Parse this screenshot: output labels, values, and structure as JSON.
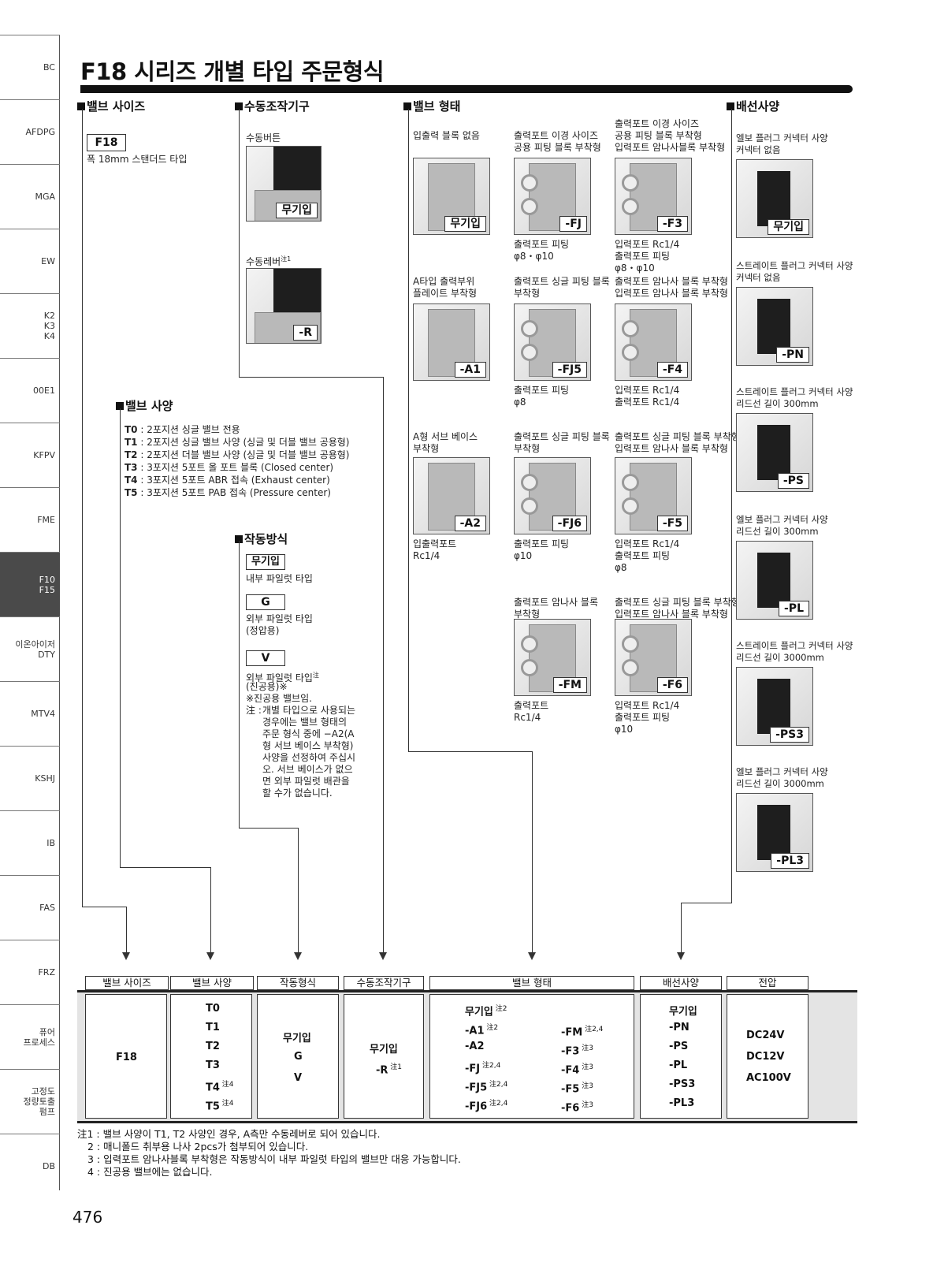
{
  "sidebar": [
    "BC",
    "AFDPG",
    "MGA",
    "EW",
    "K2\nK3\nK4",
    "00E1",
    "KFPV",
    "FME",
    "F10\nF15",
    "이온아이저\nDTY",
    "MTV4",
    "KSHJ",
    "IB",
    "FAS",
    "FRZ",
    "퓨어\n프로세스",
    "고정도\n정량토출\n펌프",
    "DB"
  ],
  "title": "F18 시리즈 개별 타입 주문형식",
  "sections": {
    "valve_size": "밸브 사이즈",
    "manual": "수동조작기구",
    "valve_form": "밸브 형태",
    "wiring": "배선사양",
    "valve_spec": "밸브 사양",
    "pilot": "작동방식"
  },
  "valve_size": {
    "code": "F18",
    "desc": "폭 18mm 스탠더드 타입"
  },
  "manual": {
    "button_label": "수동버튼",
    "button_code": "무기입",
    "lever_label": "수동레버",
    "lever_note": "注1",
    "lever_code": "-R"
  },
  "valve_spec": [
    {
      "code": "T0",
      "desc": "2포지션 싱글 밸브 전용"
    },
    {
      "code": "T1",
      "desc": "2포지션 싱글 밸브 사양 (싱글 및 더블 밸브 공용형)"
    },
    {
      "code": "T2",
      "desc": "2포지션 더블 밸브 사양 (싱글 및 더블 밸브 공용형)"
    },
    {
      "code": "T3",
      "desc": "3포지션 5포트 올 포트 블록 (Closed center)"
    },
    {
      "code": "T4",
      "desc": "3포지션 5포트 ABR 접속 (Exhaust center)"
    },
    {
      "code": "T5",
      "desc": "3포지션 5포트 PAB 접속 (Pressure center)"
    }
  ],
  "pilot": {
    "internal_code": "무기입",
    "internal_desc": "내부 파일럿 타입",
    "external_code": "G",
    "external_desc": "외부 파일럿 타입\n(정압용)",
    "vacuum_code": "V",
    "vacuum_desc": "외부 파일럿 타입",
    "vacuum_note": "注",
    "vacuum_desc2": "(진공용)※",
    "vacuum_star": "※진공용 밸브임.",
    "note_mark": "注 :",
    "note": "개별 타입으로 사용되는\n경우에는 밸브 형태의\n주문 형식 중에 −A2(A\n형 서브 베이스 부착형)\n사양을 선정하여 주십시\n오. 서브 베이스가 없으\n면 외부 파일럿 배관을\n할 수가 없습니다."
  },
  "valve_forms": [
    {
      "top": "입출력 블록 없음",
      "code": "무기입",
      "bottom": ""
    },
    {
      "top": "출력포트 이경 사이즈\n공용 피팅 블록 부착형",
      "code": "-FJ",
      "bottom": "출력포트 피팅\nφ8・φ10"
    },
    {
      "top": "출력포트 이경 사이즈\n공용 피팅 블록 부착형\n입력포트 암나사블록 부착형",
      "code": "-F3",
      "bottom": "입력포트 Rc1/4\n출력포트 피팅\nφ8・φ10"
    },
    {
      "top": "A타입 출력부위\n플레이트 부착형",
      "code": "-A1",
      "bottom": ""
    },
    {
      "top": "출력포트 싱글 피팅 블록\n부착형",
      "code": "-FJ5",
      "bottom": "출력포트 피팅\nφ8"
    },
    {
      "top": "출력포트 암나사 블록 부착형\n입력포트 암나사 블록 부착형",
      "code": "-F4",
      "bottom": "입력포트 Rc1/4\n출력포트 Rc1/4"
    },
    {
      "top": "A형 서브 베이스\n부착형",
      "code": "-A2",
      "bottom": "입출력포트\nRc1/4"
    },
    {
      "top": "출력포트 싱글 피팅 블록\n부착형",
      "code": "-FJ6",
      "bottom": "출력포트 피팅\nφ10"
    },
    {
      "top": "출력포트 싱글 피팅 블록 부착형\n입력포트 암나사 블록 부착형",
      "code": "-F5",
      "bottom": "입력포트 Rc1/4\n출력포트 피팅\nφ8"
    },
    {
      "top": "출력포트 암나사 블록\n부착형",
      "code": "-FM",
      "bottom": "출력포트\nRc1/4"
    },
    {
      "top": "출력포트 싱글 피팅 블록 부착형\n입력포트 암나사 블록 부착형",
      "code": "-F6",
      "bottom": "입력포트 Rc1/4\n출력포트 피팅\nφ10"
    }
  ],
  "wiring": [
    {
      "top": "엘보 플러그 커넥터 사양\n커넥터 없음",
      "code": "무기입"
    },
    {
      "top": "스트레이트 플러그 커넥터 사양\n커넥터 없음",
      "code": "-PN"
    },
    {
      "top": "스트레이트 플러그 커넥터 사양\n리드선 길이 300mm",
      "code": "-PS"
    },
    {
      "top": "엘보 플러그 커넥터 사양\n리드선 길이 300mm",
      "code": "-PL"
    },
    {
      "top": "스트레이트 플러그 커넥터 사양\n리드선 길이 3000mm",
      "code": "-PS3"
    },
    {
      "top": "엘보 플러그 커넥터 사양\n리드선 길이 3000mm",
      "code": "-PL3"
    }
  ],
  "table_headers": [
    "밸브 사이즈",
    "밸브 사양",
    "작동형식",
    "수동조작기구",
    "밸브 형태",
    "배선사양",
    "전압"
  ],
  "table": {
    "size": "F18",
    "spec": [
      "T0",
      "T1",
      "T2",
      "T3",
      "T4",
      "T5"
    ],
    "spec_notes": [
      "",
      "",
      "",
      "",
      "注4",
      "注4"
    ],
    "pilot": [
      "무기입",
      "G",
      "V"
    ],
    "manual": [
      "무기입",
      "-R"
    ],
    "manual_note": "注1",
    "form_first": "무기입",
    "form_first_note": "注2",
    "form_left": [
      "-A1",
      "-A2",
      "-FJ",
      "-FJ5",
      "-FJ6"
    ],
    "form_left_notes": [
      "注2",
      "",
      "注2,4",
      "注2,4",
      "注2,4"
    ],
    "form_right": [
      "-FM",
      "-F3",
      "-F4",
      "-F5",
      "-F6"
    ],
    "form_right_notes": [
      "注2,4",
      "注3",
      "注3",
      "注3",
      "注3"
    ],
    "wiring": [
      "무기입",
      "-PN",
      "-PS",
      "-PL",
      "-PS3",
      "-PL3"
    ],
    "voltage": [
      "DC24V",
      "DC12V",
      "AC100V"
    ]
  },
  "notes": [
    "注1 : 밸브 사양이 T1, T2 사양인 경우, A측만 수동레버로 되어 있습니다.",
    "2 : 매니폴드 취부용 나사 2pcs가 첨부되어 있습니다.",
    "3 : 입력포트 암나사블록 부착형은 작동방식이 내부 파일럿 타입의 밸브만 대응 가능합니다.",
    "4 : 진공용 밸브에는 없습니다."
  ],
  "page_number": "476"
}
